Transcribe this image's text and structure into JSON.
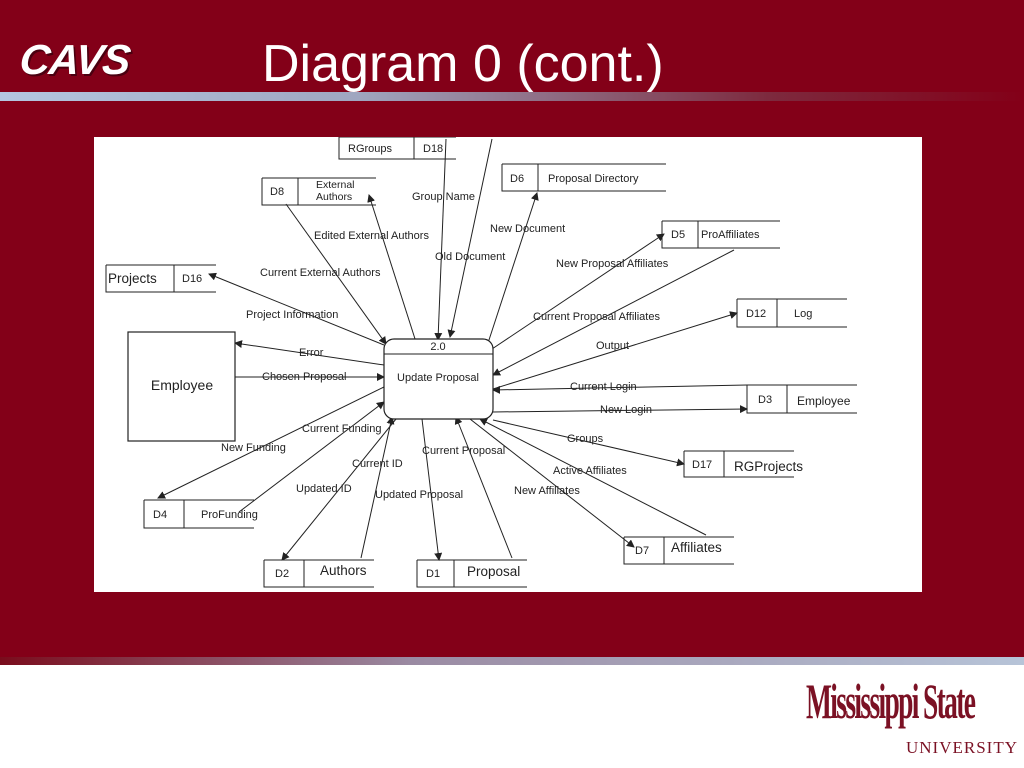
{
  "slide": {
    "title": "Diagram 0 (cont.)",
    "logo_left": "CAVS",
    "logo_right_name": "Mississippi State",
    "logo_right_sub": "UNIVERSITY",
    "colors": {
      "maroon": "#830018",
      "panel": "#ffffff"
    }
  },
  "diagram": {
    "process": {
      "id": "2.0",
      "name": "Update Proposal"
    },
    "entity": {
      "name": "Employee"
    },
    "stores": [
      {
        "id": "D18",
        "name": "RGroups"
      },
      {
        "id": "D6",
        "name": "Proposal Directory"
      },
      {
        "id": "D8",
        "name": "External Authors"
      },
      {
        "id": "D5",
        "name": "ProAffiliates"
      },
      {
        "id": "D16",
        "name": "Projects"
      },
      {
        "id": "D12",
        "name": "Log"
      },
      {
        "id": "D3",
        "name": "Employee"
      },
      {
        "id": "D17",
        "name": "RGProjects"
      },
      {
        "id": "D4",
        "name": "ProFunding"
      },
      {
        "id": "D2",
        "name": "Authors"
      },
      {
        "id": "D1",
        "name": "Proposal"
      },
      {
        "id": "D7",
        "name": "Affiliates"
      }
    ],
    "flows": [
      "Group Name",
      "New Document",
      "Old Document",
      "Edited External Authors",
      "Current External Authors",
      "New Proposal Affiliates",
      "Project Information",
      "Current Proposal Affiliates",
      "Output",
      "Error",
      "Chosen Proposal",
      "Current Login",
      "New Login",
      "Current Funding",
      "New Funding",
      "Current ID",
      "Current Proposal",
      "Groups",
      "Active Affiliates",
      "Updated ID",
      "Updated Proposal",
      "New Affiliates"
    ]
  }
}
